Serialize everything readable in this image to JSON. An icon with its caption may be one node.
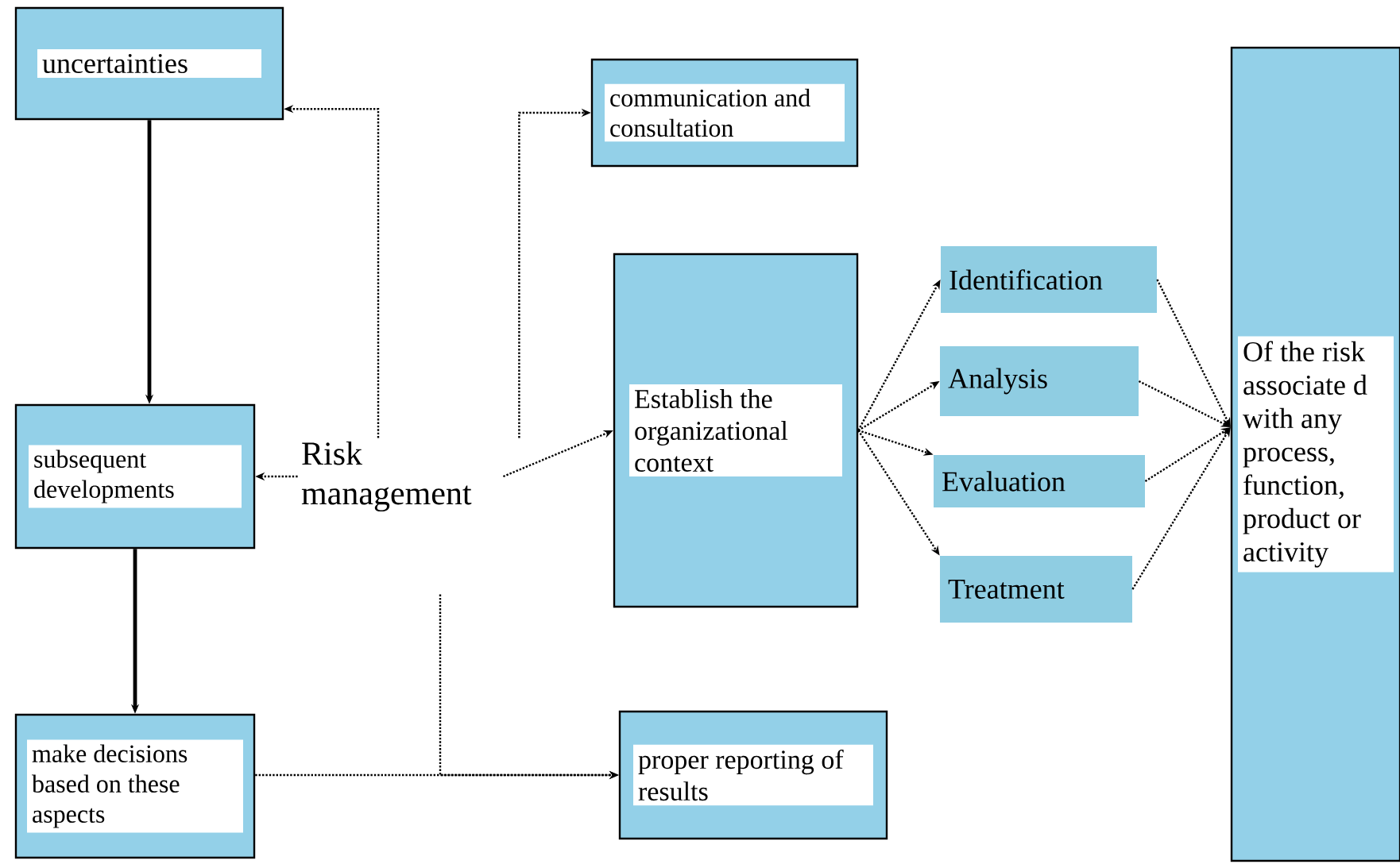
{
  "diagram": {
    "nodes": [
      {
        "text": [
          "uncertainties"
        ]
      },
      {
        "text": [
          "communication and consultation"
        ]
      },
      {
        "text": [
          "Establish the organizational context"
        ]
      },
      {
        "text": [
          "Identification"
        ]
      },
      {
        "text": [
          "Analysis"
        ]
      },
      {
        "text": [
          "Evaluation"
        ]
      },
      {
        "text": [
          "Treatment"
        ]
      },
      {
        "text": [
          "Of the risk associate d with any process, function, product or activity"
        ]
      },
      {
        "text": [
          "subsequent developments"
        ]
      },
      {
        "text": [
          "Risk management"
        ]
      },
      {
        "text": [
          "make decisions based on these aspects"
        ]
      },
      {
        "text": [
          "proper reporting of results"
        ]
      }
    ],
    "edges": [
      {
        "from": 0,
        "to": 8,
        "arrow": "to"
      },
      {
        "from": 8,
        "to": 10,
        "arrow": "to"
      },
      {
        "from": 9,
        "to": 0,
        "arrow": "to",
        "style": "dashed"
      },
      {
        "from": 9,
        "to": 8,
        "arrow": "to",
        "style": "dashed"
      },
      {
        "from": 9,
        "to": 1,
        "arrow": "to",
        "style": "dashed"
      },
      {
        "from": 9,
        "to": 2,
        "arrow": "to",
        "style": "dashed"
      },
      {
        "from": 10,
        "to": 11,
        "arrow": "to",
        "style": "dashed"
      },
      {
        "from": 9,
        "to": 11,
        "arrow": "to",
        "style": "dashed"
      },
      {
        "from": 2,
        "to": 3,
        "arrow": "to",
        "style": "dashed"
      },
      {
        "from": 2,
        "to": 4,
        "arrow": "to",
        "style": "dashed"
      },
      {
        "from": 2,
        "to": 5,
        "arrow": "to",
        "style": "dashed"
      },
      {
        "from": 2,
        "to": 6,
        "arrow": "to",
        "style": "dashed"
      },
      {
        "from": 3,
        "to": 7,
        "arrow": "to",
        "style": "dashed"
      },
      {
        "from": 4,
        "to": 7,
        "arrow": "to",
        "style": "dashed"
      },
      {
        "from": 5,
        "to": 7,
        "arrow": "to",
        "style": "dashed"
      },
      {
        "from": 6,
        "to": 7,
        "arrow": "to",
        "style": "dashed"
      }
    ]
  }
}
